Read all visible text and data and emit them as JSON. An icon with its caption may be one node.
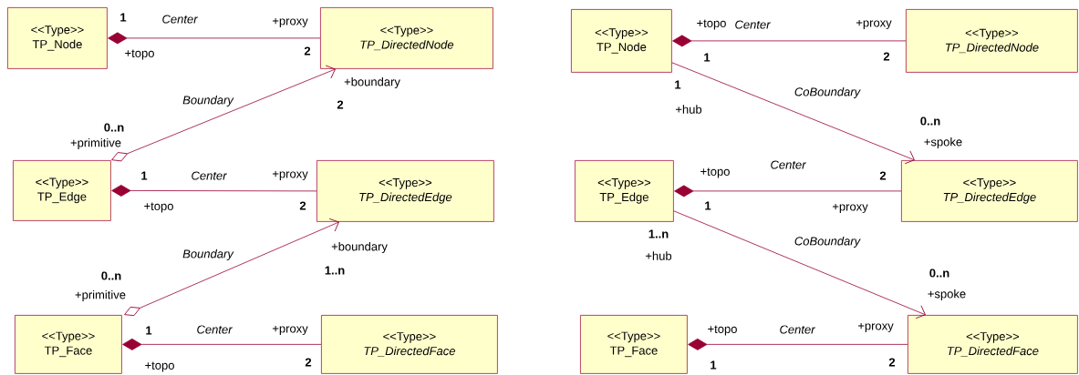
{
  "diagram": {
    "nodes": [
      {
        "text": [
          "<<Type>>",
          "TP_Node"
        ]
      },
      {
        "text": [
          "<<Type>>",
          "TP_DirectedNode"
        ]
      },
      {
        "text": [
          "<<Type>>",
          "TP_Edge"
        ]
      },
      {
        "text": [
          "<<Type>>",
          "TP_DirectedEdge"
        ]
      },
      {
        "text": [
          "<<Type>>",
          "TP_Face"
        ]
      },
      {
        "text": [
          "<<Type>>",
          "TP_DirectedFace"
        ]
      },
      {
        "text": [
          "<<Type>>",
          "TP_Node"
        ]
      },
      {
        "text": [
          "<<Type>>",
          "TP_DirectedNode"
        ]
      },
      {
        "text": [
          "<<Type>>",
          "TP_Edge"
        ]
      },
      {
        "text": [
          "<<Type>>",
          "TP_DirectedEdge"
        ]
      },
      {
        "text": [
          "<<Type>>",
          "TP_Face"
        ]
      },
      {
        "text": [
          "<<Type>>",
          "TP_DirectedFace"
        ]
      }
    ],
    "edges": [
      {
        "from": 0,
        "to": 1,
        "arrow": "other",
        "label": "Center"
      },
      {
        "from": 2,
        "to": 1,
        "arrow": "to",
        "label": "Boundary"
      },
      {
        "from": 2,
        "to": 3,
        "arrow": "other",
        "label": "Center"
      },
      {
        "from": 4,
        "to": 3,
        "arrow": "to",
        "label": "Boundary"
      },
      {
        "from": 4,
        "to": 5,
        "arrow": "other",
        "label": "Center"
      },
      {
        "from": 6,
        "to": 7,
        "arrow": "other",
        "label": "Center"
      },
      {
        "from": 6,
        "to": 9,
        "arrow": "to",
        "label": "CoBoundary"
      },
      {
        "from": 8,
        "to": 9,
        "arrow": "other",
        "label": "Center"
      },
      {
        "from": 8,
        "to": 11,
        "arrow": "to",
        "label": "CoBoundary"
      },
      {
        "from": 10,
        "to": 11,
        "arrow": "other",
        "label": "Center"
      }
    ],
    "labels": [
      "1",
      "+proxy",
      "+topo",
      "2",
      "+boundary",
      "2",
      "0..n",
      "+primitive",
      "1",
      "+proxy",
      "+topo",
      "2",
      "+boundary",
      "1..n",
      "0..n",
      "+primitive",
      "1",
      "+proxy",
      "+topo",
      "2",
      "+topo",
      "+proxy",
      "1",
      "2",
      "1",
      "+hub",
      "0..n",
      "+spoke",
      "+topo",
      "2",
      "1",
      "+proxy",
      "1..n",
      "+hub",
      "0..n",
      "+spoke",
      "+topo",
      "+proxy",
      "1",
      "2"
    ]
  }
}
